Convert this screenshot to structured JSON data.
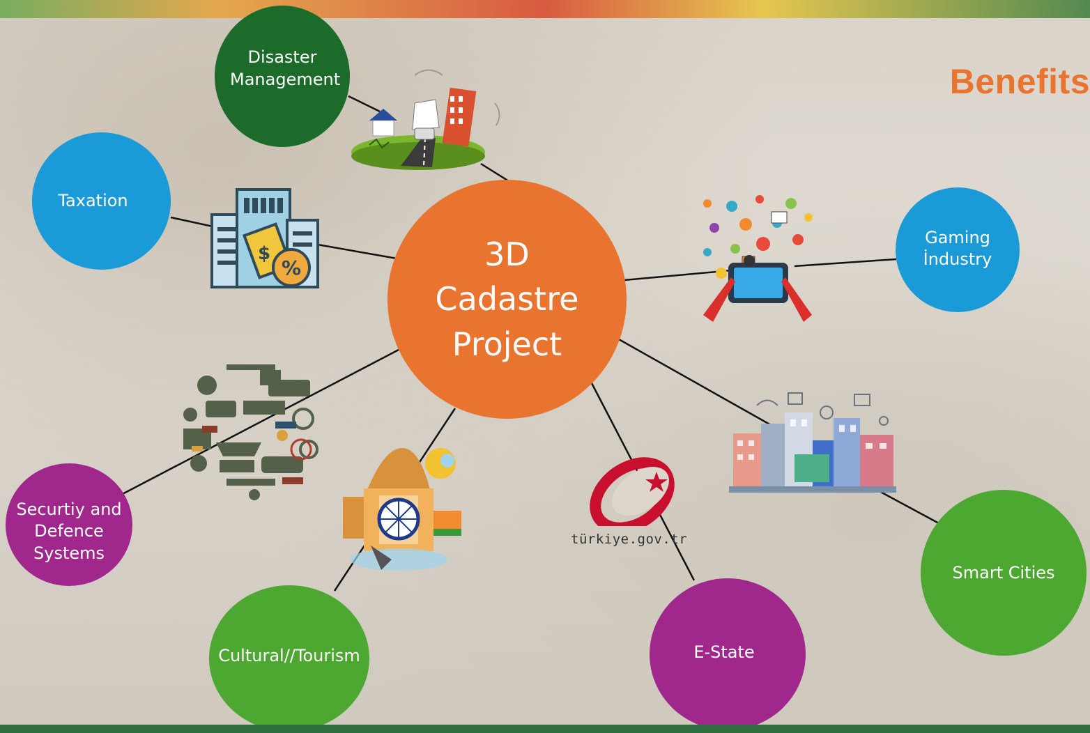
{
  "title": "Benefits",
  "center": {
    "label": "3D Cadastre Project",
    "color": "#e8742f"
  },
  "nodes": [
    {
      "key": "disaster",
      "label": "Disaster Management",
      "color": "#1c6b2a"
    },
    {
      "key": "taxation",
      "label": "Taxation",
      "color": "#1a9ad6"
    },
    {
      "key": "gaming",
      "label": "Gaming İndustry",
      "color": "#1a9ad6"
    },
    {
      "key": "security",
      "label": "Securtiy and Defence Systems",
      "color": "#a0288c"
    },
    {
      "key": "cultural",
      "label": "Cultural//Tourism",
      "color": "#4da832"
    },
    {
      "key": "estate",
      "label": "E-State",
      "color": "#a0288c"
    },
    {
      "key": "smart",
      "label": "Smart Cities",
      "color": "#4da832"
    }
  ],
  "logo_text": "türkiye.gov.tr",
  "icons": [
    "earthquake-icon",
    "tax-building-icon",
    "gaming-tablet-icon",
    "military-collage-icon",
    "india-culture-icon",
    "turkiye-gov-logo",
    "smart-city-icon"
  ]
}
